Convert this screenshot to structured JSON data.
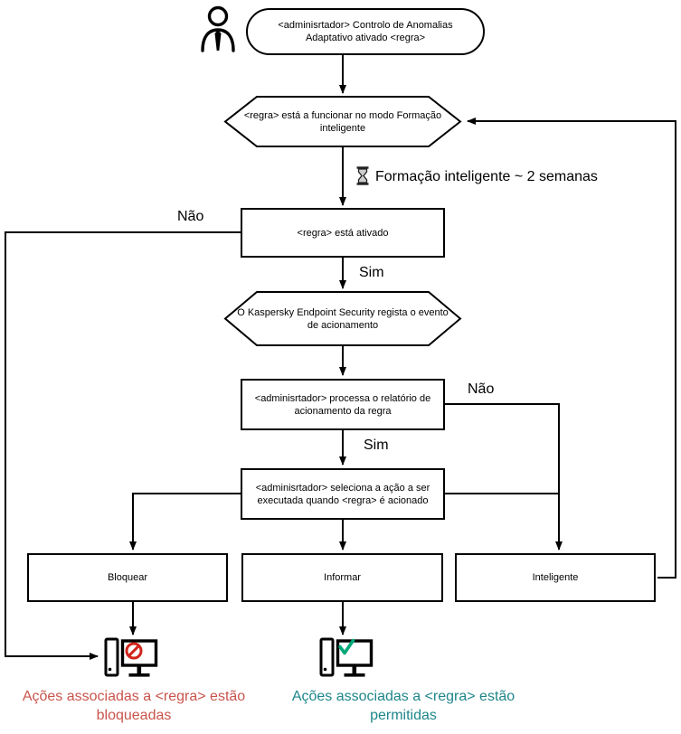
{
  "colors": {
    "diagram_lines": "#000000",
    "blocked_caption_text": "#c9544c",
    "allowed_caption_text": "#1e868a",
    "prohibition_icon": "#d0241b",
    "checkmark_icon": "#00a878"
  },
  "icons": {
    "administrator": "person-outline-icon",
    "training": "hourglass-icon",
    "blocked": "computer-with-prohibition-sign-icon",
    "allowed": "computer-with-checkmark-icon"
  },
  "nodes": {
    "start": {
      "lines": [
        "<adminisrtador> Controlo de Anomalias",
        "Adaptativo ativado <regra>"
      ]
    },
    "smart_mode": {
      "lines": [
        "<regra> está a funcionar no modo Formação",
        "inteligente"
      ]
    },
    "rule_active": {
      "lines": [
        "<regra> está ativado"
      ]
    },
    "logs_event": {
      "lines": [
        "O Kaspersky Endpoint Security regista o evento",
        "de acionamento"
      ]
    },
    "process_report": {
      "lines": [
        "<adminisrtador> processa o relatório de",
        "acionamento da regra"
      ]
    },
    "select_action": {
      "lines": [
        "<adminisrtador> seleciona a ação a ser",
        "executada quando <regra> é acionado"
      ]
    },
    "block": {
      "label": "Bloquear"
    },
    "inform": {
      "label": "Informar"
    },
    "smart": {
      "label": "Inteligente"
    }
  },
  "edge_labels": {
    "rule_not_active_no": "Não",
    "rule_active_yes": "Sim",
    "report_not_processed_no": "Não",
    "report_processed_yes": "Sim"
  },
  "annotations": {
    "training_duration": "Formação inteligente ~ 2 semanas",
    "blocked_caption": {
      "lines": [
        "Ações associadas a <regra> estão",
        "bloqueadas"
      ]
    },
    "allowed_caption": {
      "lines": [
        "Ações associadas a <regra> estão",
        "permitidas"
      ]
    }
  }
}
